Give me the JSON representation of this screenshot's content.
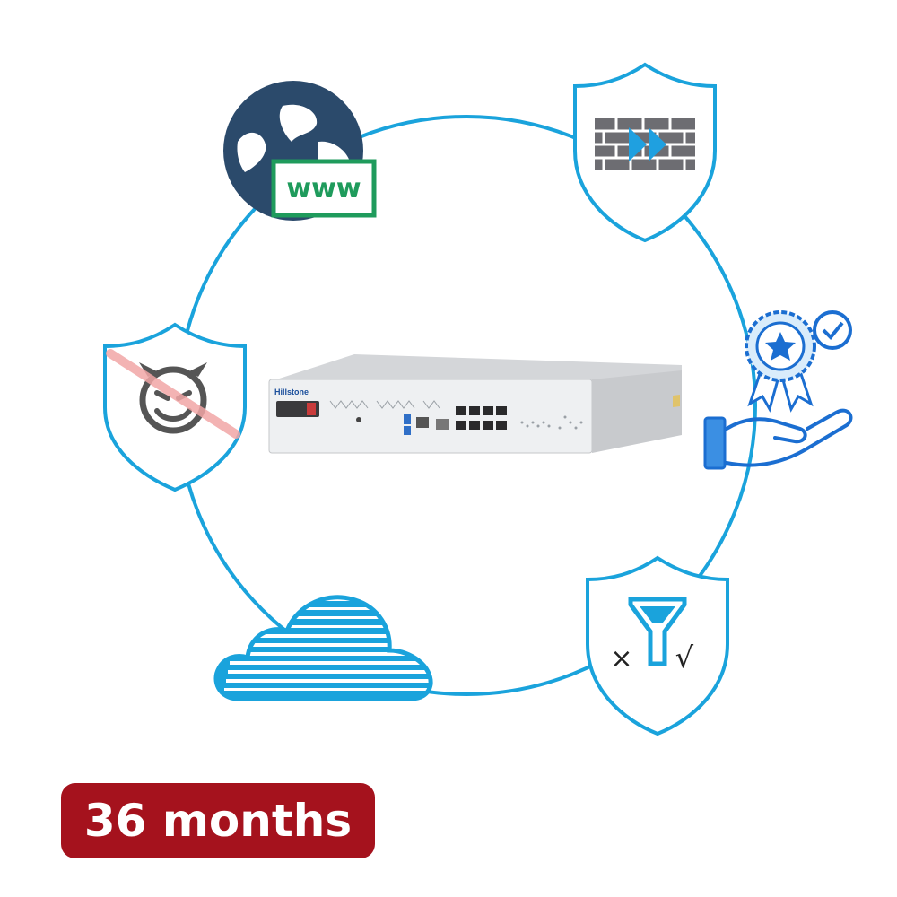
{
  "device": {
    "brand": "Hillstone"
  },
  "globe": {
    "www_label": "www"
  },
  "filter": {
    "cross_glyph": "×",
    "check_glyph": "√"
  },
  "badge": {
    "text": "36 months"
  },
  "colors": {
    "ring": "#1aa3dc",
    "shield_stroke": "#1aa3dc",
    "globe": "#2b4a6b",
    "www_green": "#1f9b5c",
    "brick": "#6d6d72",
    "arrow": "#1fa0e0",
    "award_blue": "#1b6ed1",
    "cloud": "#1aa3dc",
    "badge_bg": "#a5121d",
    "badge_text": "#ffffff",
    "no_threat_slash": "#f2a6a6",
    "device_body": "#e4e5e7"
  },
  "icons": [
    "globe-www-icon",
    "firewall-shield-icon",
    "award-hand-icon",
    "filter-shield-icon",
    "cloud-icon",
    "threat-block-shield-icon"
  ]
}
